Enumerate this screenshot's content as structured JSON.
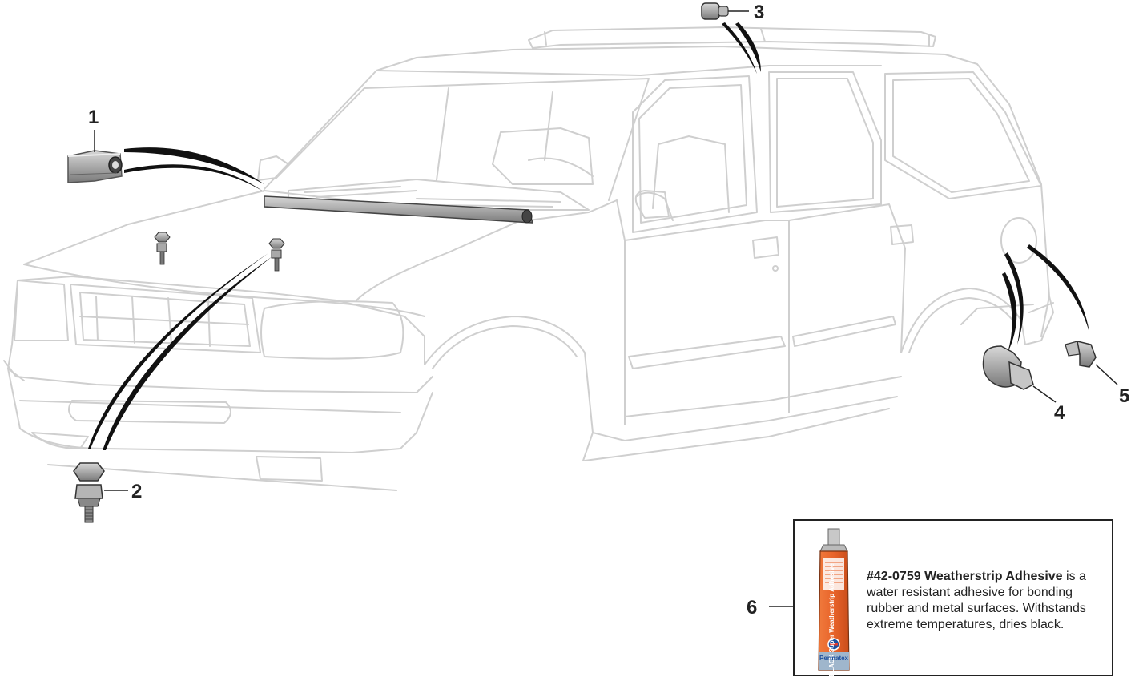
{
  "callouts": {
    "c1": "1",
    "c2": "2",
    "c3": "3",
    "c4": "4",
    "c5": "5",
    "c6": "6"
  },
  "adhesive": {
    "part_number_name": "#42-0759 Weatherstrip Adhesive",
    "description": " is a water resistant adhesive for bonding rubber and metal surfaces. Withstands extreme temperatures, dries black.",
    "tube_brand": "Permatex",
    "tube_label": "BLACK Super Weatherstrip Adhesive"
  },
  "colors": {
    "line_art": "#cfcfcf",
    "callout_text": "#222222",
    "tube_orange": "#e8632a",
    "part_gray": "#a9a9a9"
  }
}
